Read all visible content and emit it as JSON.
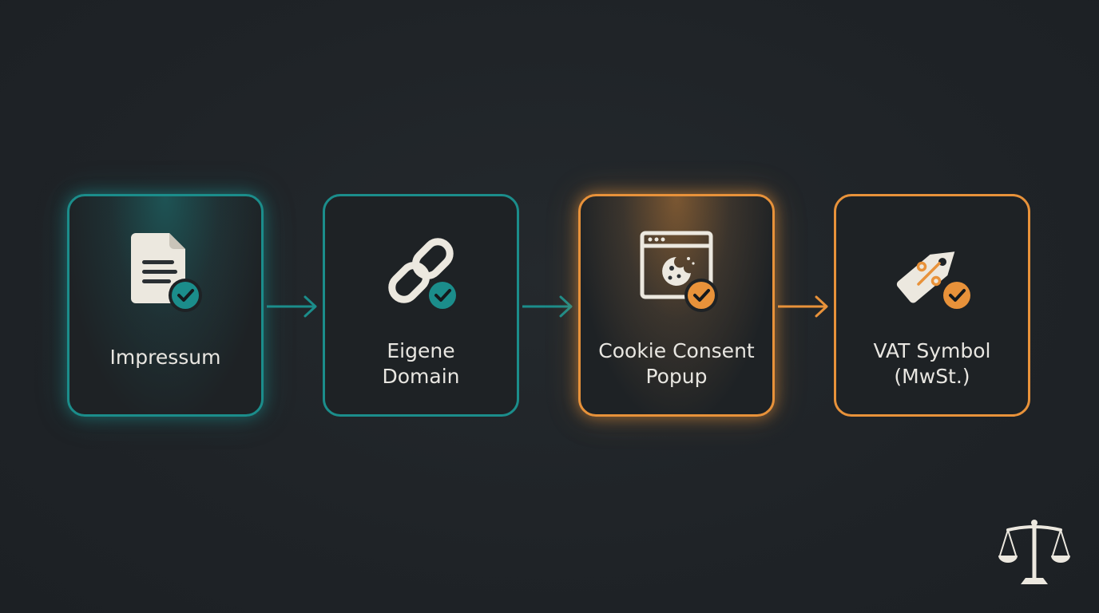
{
  "steps": [
    {
      "label": "Impressum",
      "icon": "document-check-icon",
      "accent": "#1b8d8b",
      "status": "checked"
    },
    {
      "label": "Eigene\nDomain",
      "icon": "link-check-icon",
      "accent": "#1b8d8b",
      "status": "checked"
    },
    {
      "label": "Cookie Consent\nPopup",
      "icon": "cookie-browser-check-icon",
      "accent": "#e8923a",
      "status": "checked"
    },
    {
      "label": "VAT Symbol\n(MwSt.)",
      "icon": "percent-tag-check-icon",
      "accent": "#e8923a",
      "status": "checked"
    }
  ],
  "colors": {
    "teal": "#1b8d8b",
    "orange": "#e8923a",
    "background": "#202428",
    "icon_fill": "#ece8df",
    "text": "#e8e6e1"
  },
  "footer_icon": "scales-of-justice-icon"
}
